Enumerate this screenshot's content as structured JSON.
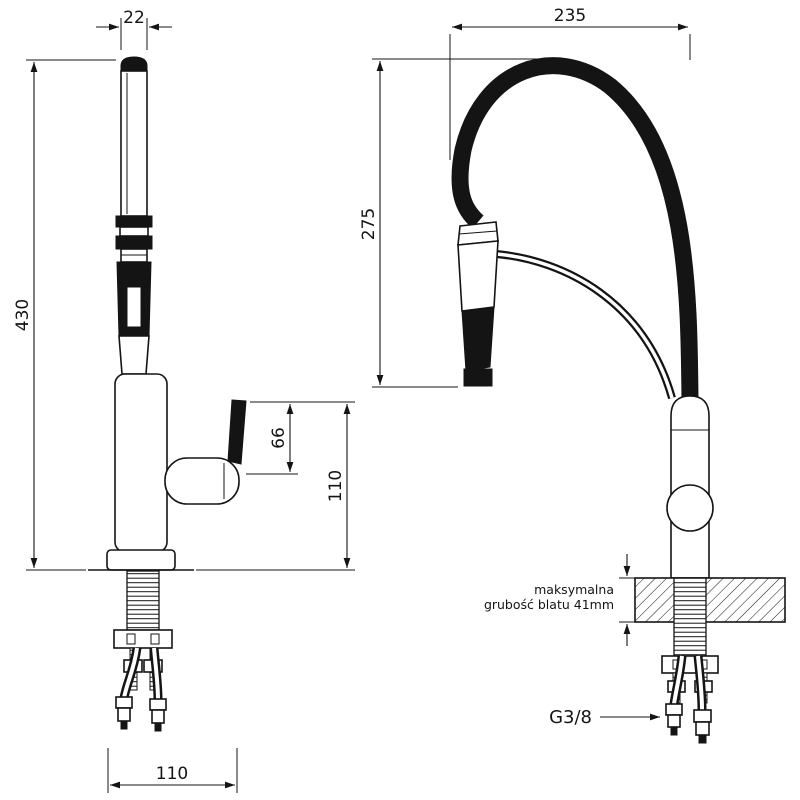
{
  "drawing": {
    "type": "kitchen-faucet installation technical drawing",
    "side_view": {
      "dim_spout_diameter": "22",
      "dim_total_height": "430",
      "dim_handle_rise": "66",
      "dim_handle_to_counter": "110",
      "dim_base_depth": "110"
    },
    "front_view": {
      "dim_reach": "235",
      "dim_spout_drop": "275",
      "counter_note_line1": "maksymalna",
      "counter_note_line2": "grubość blatu 41mm",
      "connection_thread": "G3/8"
    },
    "colors": {
      "line": "#141414",
      "background": "#ffffff"
    }
  }
}
